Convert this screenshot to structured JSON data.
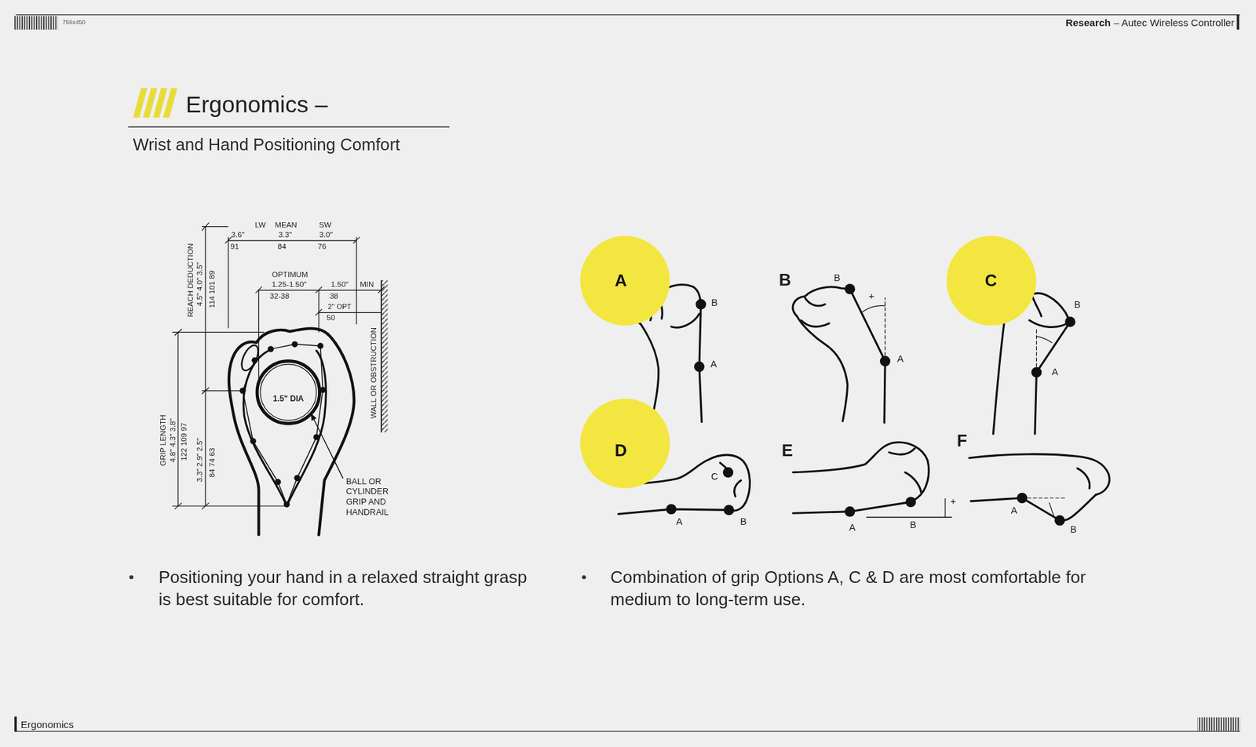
{
  "diagram": {
    "title": "Ergonomics –",
    "nodes": [
      {
        "text": [
          "A"
        ]
      },
      {
        "text": [
          "C"
        ]
      },
      {
        "text": [
          "D"
        ]
      }
    ],
    "labels": [
      "756x450",
      "Research",
      "– Autec Wireless Controller",
      "Wrist and Hand Positioning Comfort",
      "LW",
      "MEAN",
      "SW",
      "3.6\"",
      "3.3\"",
      "3.0\"",
      "91",
      "84",
      "76",
      "OPTIMUM",
      "1.25-1.50\"",
      "32-38",
      "1.50\"",
      "MIN",
      "38",
      "2\" OPT",
      "50",
      "REACH DEDUCTION",
      "4.5\" 4.0\" 3.5\"",
      "114 101 89",
      "WALL OR OBSTRUCTION",
      "1.5\" DIA",
      "GRIP LENGTH",
      "4.8\" 4.3\" 3.8\"",
      "122 109 97",
      "3.3\" 2.9\" 2.5\"",
      "84 74 63",
      "BALL OR CYLINDER GRIP AND HANDRAIL",
      "B",
      "E",
      "F",
      "B",
      "A",
      "B",
      "+",
      "A",
      "B",
      "A",
      "C",
      "A",
      "B",
      "A",
      "B",
      "+",
      "A",
      "B",
      "Positioning your hand in a relaxed straight grasp is best suitable for comfort.",
      "Combination of grip Options A, C & D are most comfortable for medium to long-term use.",
      "Ergonomics"
    ]
  }
}
